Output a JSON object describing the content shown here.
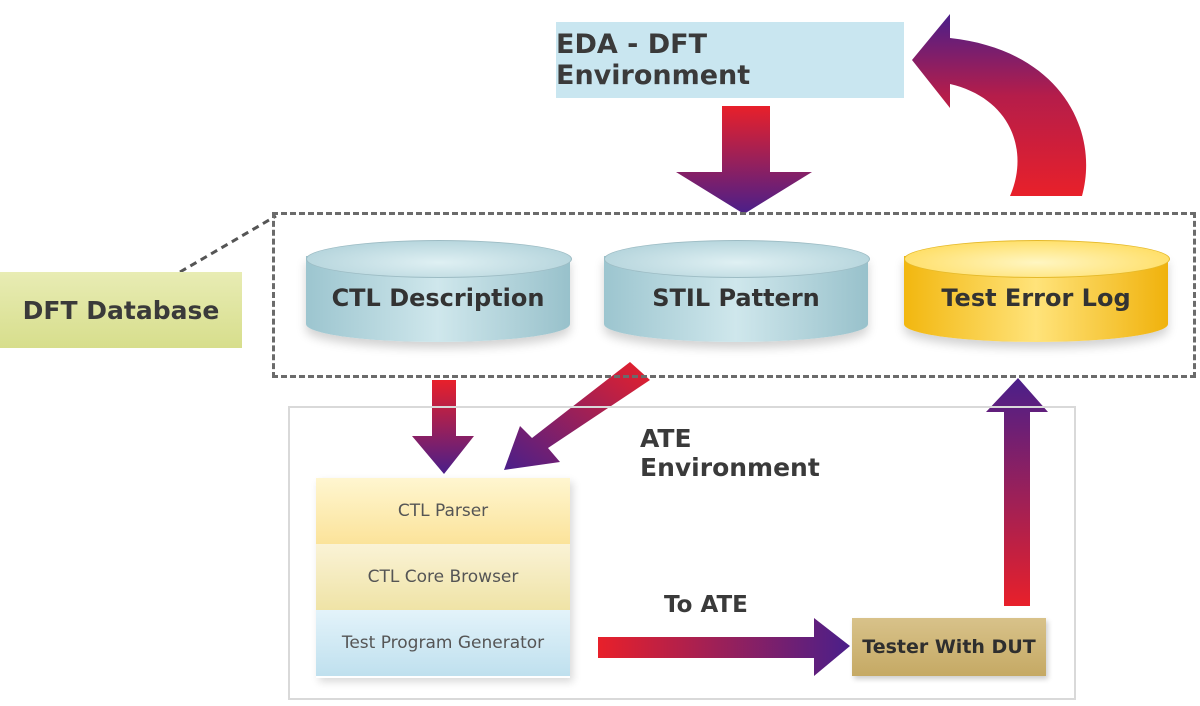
{
  "eda_environment": "EDA - DFT Environment",
  "dft_database": "DFT Database",
  "databases": {
    "ctl_description": "CTL Description",
    "stil_pattern": "STIL Pattern",
    "test_error_log": "Test Error Log"
  },
  "ate_environment": {
    "title": "ATE Environment",
    "stack": [
      "CTL Parser",
      "CTL Core Browser",
      "Test Program Generator"
    ],
    "to_ate": "To ATE",
    "tester": "Tester With DUT"
  },
  "colors": {
    "arrow_start": "#e8202a",
    "arrow_end": "#4a1f8a",
    "eda_box": "#c9e6f0",
    "dft_db_box": "#dde39f",
    "cylinder_blue": "#b9d9e0",
    "cylinder_yellow": "#fcd23a",
    "tester_box": "#cdb374"
  }
}
